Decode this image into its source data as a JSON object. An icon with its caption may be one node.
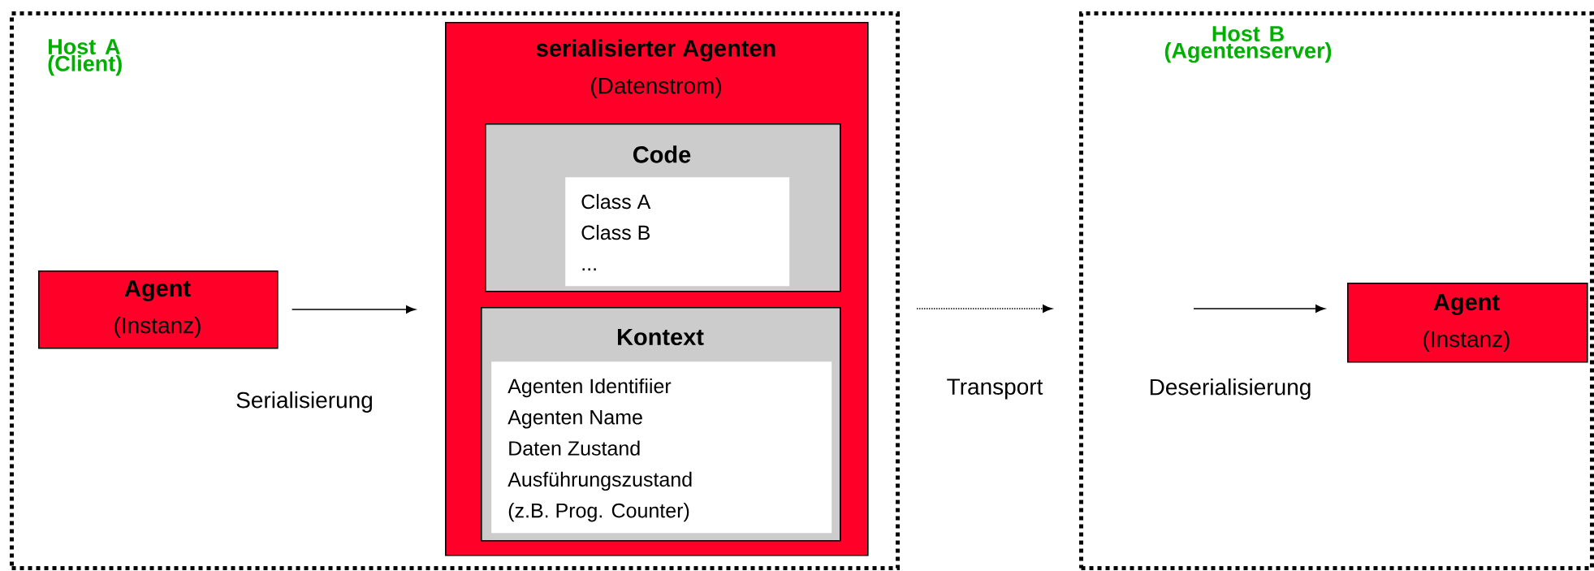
{
  "diagram": {
    "nodes": [
      {
        "text": [
          "Host A (Client)"
        ]
      },
      {
        "text": [
          "Agent",
          "(Instanz)"
        ],
        "in": 0
      },
      {
        "text": [
          "serialisierter Agenten",
          "(Datenstrom)"
        ],
        "in": 0
      },
      {
        "text": [
          "Code"
        ],
        "in": 2
      },
      {
        "text": [
          "Class A",
          "Class B",
          "..."
        ],
        "in": 3
      },
      {
        "text": [
          "Kontext"
        ],
        "in": 2
      },
      {
        "text": [
          "Agenten Identifiier",
          "Agenten Name",
          "Daten Zustand",
          "Ausführungszustand",
          "(z.B. Prog. Counter)"
        ],
        "in": 5
      },
      {
        "text": [
          "Host B (Agentenserver)"
        ]
      },
      {
        "text": [
          "Agent",
          "(Instanz)"
        ],
        "in": 7
      }
    ],
    "edges": [
      {
        "from": 1,
        "to": 2,
        "arrow": "to",
        "label": "Serialisierung"
      },
      {
        "from": 0,
        "to": 7,
        "arrow": "to",
        "label": "Transport",
        "style": "dashed"
      },
      {
        "from": null,
        "to": 8,
        "arrow": "to",
        "label": "Deserialisierung"
      }
    ]
  }
}
